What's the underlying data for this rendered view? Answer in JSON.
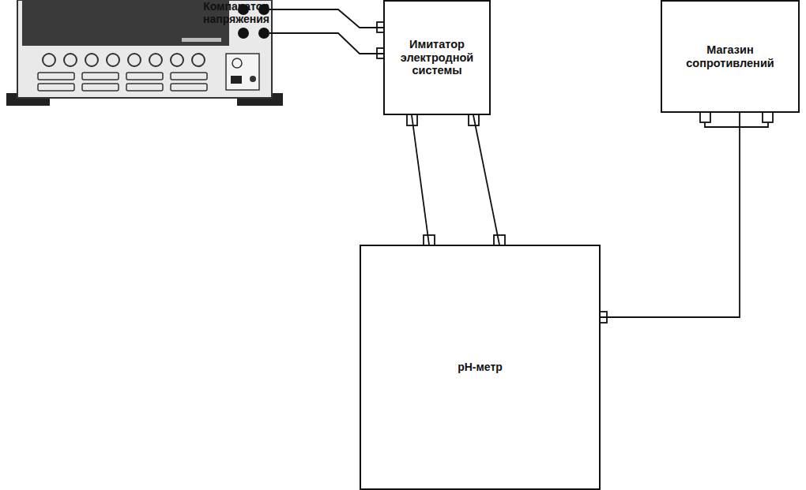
{
  "diagram": {
    "nodes": [
      {
        "text": [
          "Компаратор напряжения"
        ]
      },
      {
        "text": [
          "Имитатор электродной системы"
        ]
      },
      {
        "text": [
          "Магазин сопротивлений"
        ]
      },
      {
        "text": [
          "pH-метр"
        ]
      }
    ],
    "edges": [
      {
        "from": 0,
        "to": 1,
        "arrow": "none"
      },
      {
        "from": 0,
        "to": 1,
        "arrow": "none"
      },
      {
        "from": 1,
        "to": 3,
        "arrow": "none"
      },
      {
        "from": 1,
        "to": 3,
        "arrow": "none"
      },
      {
        "from": 2,
        "to": 3,
        "arrow": "none"
      }
    ]
  }
}
